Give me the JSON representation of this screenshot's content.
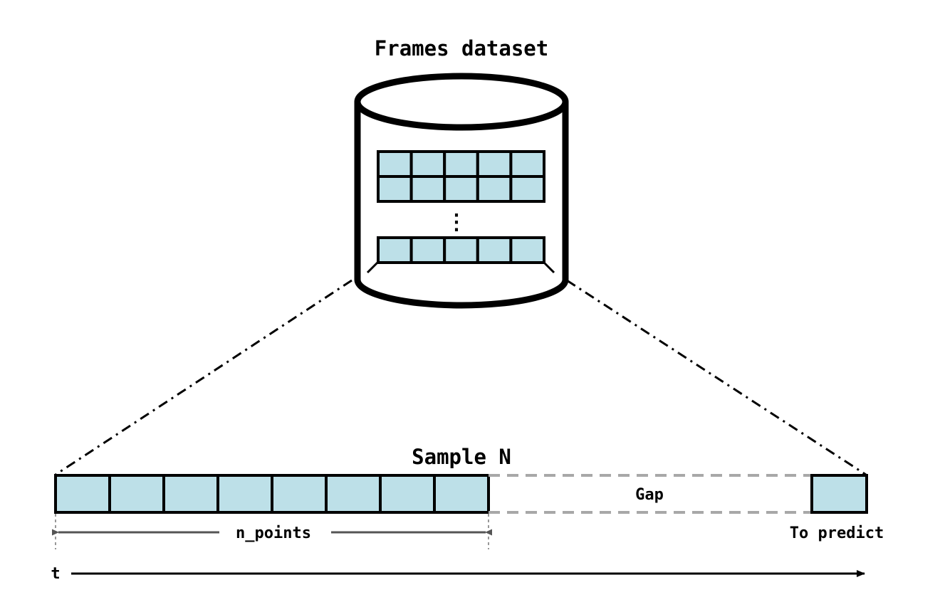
{
  "labels": {
    "dataset_title": "Frames dataset",
    "sample_title": "Sample N",
    "gap": "Gap",
    "n_points": "n_points",
    "to_predict": "To predict",
    "time_axis": "t",
    "ellipsis": "⋮"
  },
  "colors": {
    "cell_fill": "#bde0e8",
    "stroke": "#000000",
    "gap_dash": "#a8a8a8",
    "bracket": "#555555"
  },
  "counts": {
    "dataset_columns": 5,
    "sample_points": 8
  }
}
